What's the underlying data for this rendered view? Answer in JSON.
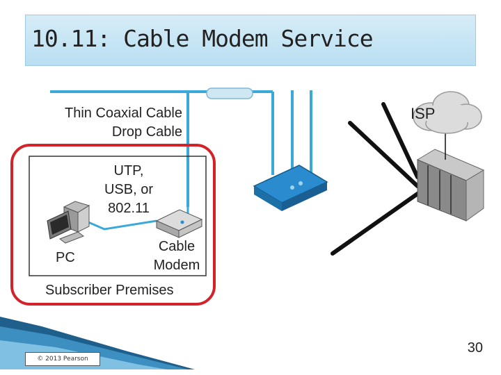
{
  "slide": {
    "title": "10.11: Cable Modem Service",
    "copyright": "© 2013 Pearson",
    "page_number": "30"
  },
  "diagram": {
    "isp_label": "ISP",
    "coax_label_line1": "Thin Coaxial Cable",
    "coax_label_line2": "Drop Cable",
    "link_label_line1": "UTP,",
    "link_label_line2": "USB, or",
    "link_label_line3": "802.11",
    "pc_label": "PC",
    "modem_label_line1": "Cable",
    "modem_label_line2": "Modem",
    "premises_label": "Subscriber Premises",
    "colors": {
      "cable": "#3aa9d9",
      "highlight": "#d2232a",
      "device": "#2a8ccf",
      "backbone": "#111111"
    }
  }
}
